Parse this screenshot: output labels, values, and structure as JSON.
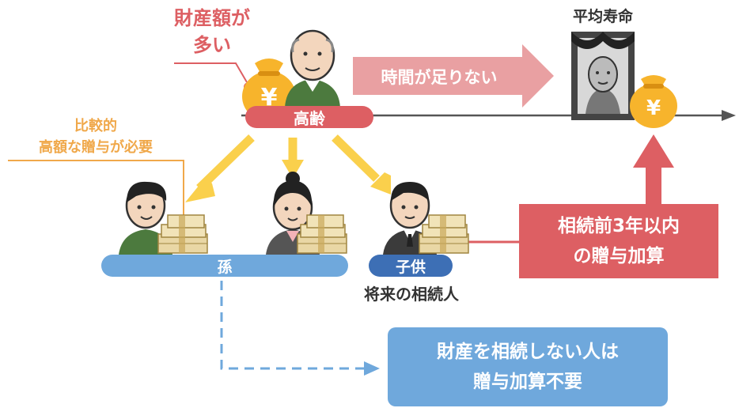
{
  "colors": {
    "red": "#dd5f63",
    "pink_arrow": "#e9a0a2",
    "orange_text": "#f0a84a",
    "yellow_arrow": "#fad04c",
    "blue": "#6fa8dc",
    "navy": "#3d6fb5",
    "gold": "#f7b42c"
  },
  "labels": {
    "big_assets_line1": "財産額が",
    "big_assets_line2": "多い",
    "time_short": "時間が足りない",
    "life_expectancy": "平均寿命",
    "elderly": "高齢",
    "gift_note_line1": "比較的",
    "gift_note_line2": "高額な贈与が必要",
    "grandchild": "孫",
    "child": "子供",
    "future_heir": "将来の相続人",
    "rule_line1": "相続前3年以内",
    "rule_line2": "の贈与加算",
    "exempt_line1": "財産を相続しない人は",
    "exempt_line2": "贈与加算不要",
    "yen_symbol": "¥"
  },
  "icons": [
    "money-bag-icon",
    "elderly-man-icon",
    "portrait-frame-icon",
    "grandchild-boy-icon",
    "grandchild-girl-icon",
    "child-man-icon",
    "cash-stack-icon"
  ]
}
